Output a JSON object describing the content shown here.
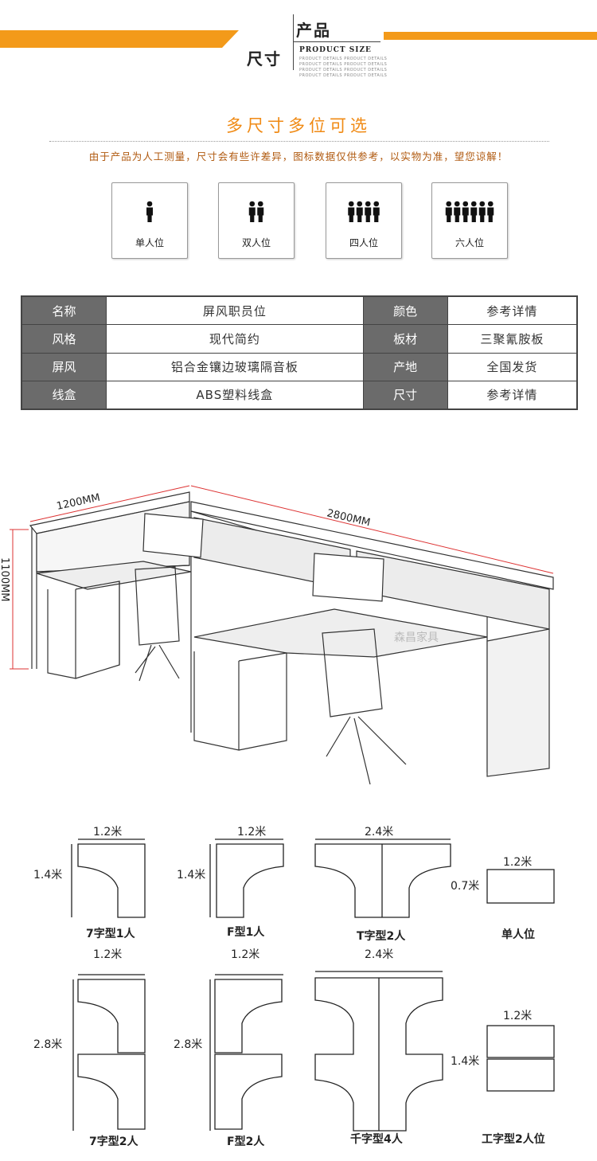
{
  "header": {
    "title_top": "产品",
    "title_bottom": "尺寸",
    "title_en": "PRODUCT SIZE",
    "sub_lines": [
      "PRODUCT DETAILS PRODUCT DETAILS",
      "PRODUCT DETAILS PRODUCT DETAILS",
      "PRODUCT DETAILS PRODUCT DETAILS",
      "PRODUCT DETAILS PRODUCT DETAILS"
    ],
    "accent": "#f39a1a"
  },
  "section": {
    "title": "多尺寸多位可选",
    "note": "由于产品为人工测量，尺寸会有些许差异，图标数据仅供参考，以实物为准，望您谅解！"
  },
  "seats": [
    {
      "label": "单人位",
      "count": 1
    },
    {
      "label": "双人位",
      "count": 2
    },
    {
      "label": "四人位",
      "count": 4
    },
    {
      "label": "六人位",
      "count": 6
    }
  ],
  "spec": {
    "rows": [
      {
        "k1": "名称",
        "v1": "屏风职员位",
        "k2": "颜色",
        "v2": "参考详情"
      },
      {
        "k1": "风格",
        "v1": "现代简约",
        "k2": "板材",
        "v2": "三聚氰胺板"
      },
      {
        "k1": "屏风",
        "v1": "铝合金镶边玻璃隔音板",
        "k2": "产地",
        "v2": "全国发货"
      },
      {
        "k1": "线盒",
        "v1": "ABS塑料线盒",
        "k2": "尺寸",
        "v2": "参考详情"
      }
    ]
  },
  "drawing": {
    "dim_width": "1200MM",
    "dim_length": "2800MM",
    "dim_height": "1100MM",
    "watermark": "森昌家具"
  },
  "plans": {
    "p1": {
      "w": "1.2米",
      "h": "1.4米",
      "cap": "7字型1人"
    },
    "p2": {
      "w": "1.2米",
      "h": "1.4米",
      "cap": "F型1人"
    },
    "p3": {
      "w": "2.4米",
      "cap": "T字型2人"
    },
    "p4": {
      "w": "1.2米",
      "h": "0.7米",
      "cap": "单人位"
    },
    "p5": {
      "w": "1.2米",
      "h": "2.8米",
      "cap": "7字型2人"
    },
    "p6": {
      "w": "1.2米",
      "h": "2.8米",
      "cap": "F型2人"
    },
    "p7": {
      "w": "2.4米",
      "cap": "千字型4人"
    },
    "p8": {
      "w": "1.2米",
      "h": "1.4米",
      "cap": "工字型2人位"
    }
  }
}
